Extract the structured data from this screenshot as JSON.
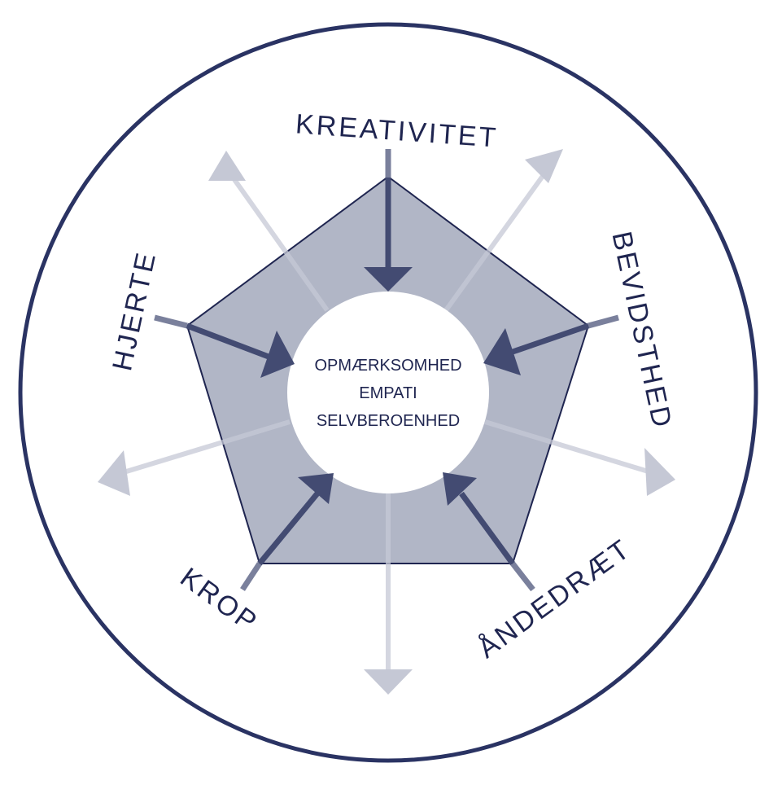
{
  "diagram": {
    "center": {
      "lines": [
        "OPMÆRKSOMHED",
        "EMPATI",
        "SELVBEROENHED"
      ]
    },
    "vertices": [
      {
        "id": "kreativitet",
        "label": "KREATIVITET"
      },
      {
        "id": "bevidsthed",
        "label": "BEVIDSTHED"
      },
      {
        "id": "andedraet",
        "label": "ÅNDEDRÆT"
      },
      {
        "id": "krop",
        "label": "KROP"
      },
      {
        "id": "hjerte",
        "label": "HJERTE"
      }
    ],
    "colors": {
      "outline": "#2a3363",
      "pentagon_fill": "#b1b6c6",
      "inward_arrow": "#434b72",
      "outward_arrow": "#c5c8d5",
      "center_fill": "#ffffff",
      "text": "#1f2550"
    }
  }
}
